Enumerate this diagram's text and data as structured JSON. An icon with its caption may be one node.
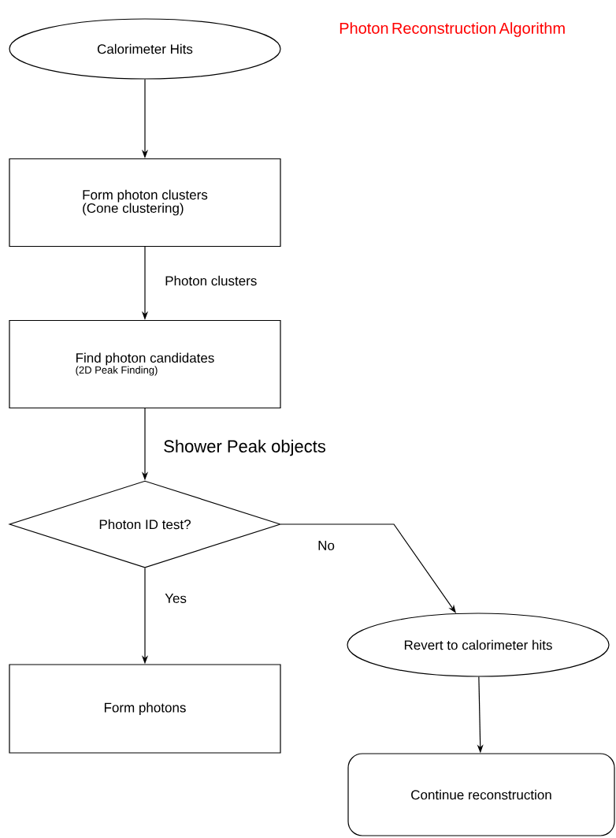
{
  "diagram": {
    "title": "Photon Reconstruction Algorithm",
    "nodes": [
      {
        "text": [
          "Calorimeter Hits"
        ]
      },
      {
        "text": [
          "Form photon clusters",
          "(Cone clustering)"
        ]
      },
      {
        "text": [
          "Find photon candidates",
          "(2D Peak Finding)"
        ]
      },
      {
        "text": [
          "Photon ID test?"
        ]
      },
      {
        "text": [
          "Form photons"
        ]
      },
      {
        "text": [
          "Revert to calorimeter hits"
        ]
      },
      {
        "text": [
          "Continue reconstruction"
        ]
      }
    ],
    "edges": [
      {
        "from": 0,
        "to": 1,
        "arrow": "to"
      },
      {
        "from": 1,
        "to": 2,
        "arrow": "to",
        "label": "Photon clusters"
      },
      {
        "from": 2,
        "to": 3,
        "arrow": "to",
        "label": "Shower Peak objects"
      },
      {
        "from": 3,
        "to": 4,
        "arrow": "to",
        "label": "Yes"
      },
      {
        "from": 3,
        "to": 5,
        "arrow": "to",
        "label": "No"
      },
      {
        "from": 5,
        "to": 6,
        "arrow": "to"
      }
    ]
  }
}
